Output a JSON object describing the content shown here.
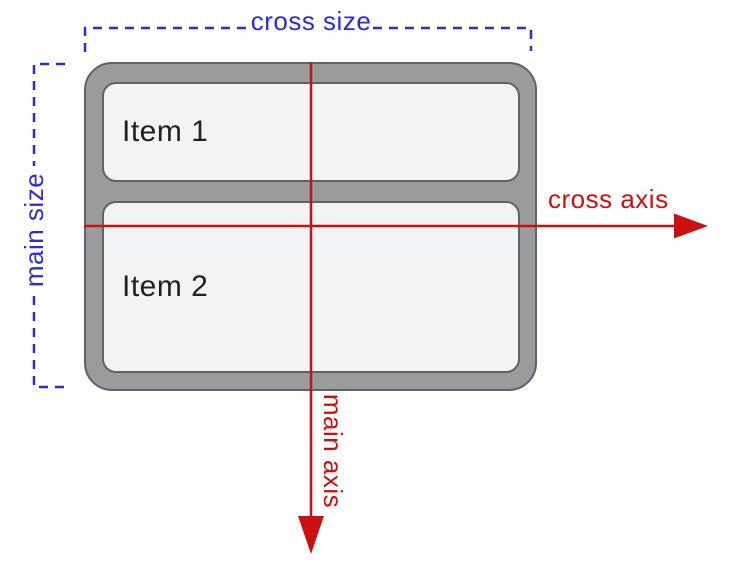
{
  "diagram": {
    "type": "flexbox-axes-diagram",
    "labels": {
      "cross_size": "cross size",
      "main_size": "main size",
      "cross_axis": "cross axis",
      "main_axis": "main axis"
    },
    "container": {
      "items": [
        {
          "label": "Item 1"
        },
        {
          "label": "Item 2"
        }
      ]
    },
    "colors": {
      "bracket_blue": "#2b2bd9",
      "axis_red": "#cc0f0f",
      "container_fill": "#999b9d",
      "container_border": "#5f6368",
      "item_fill": "#f1f3f4",
      "item_border": "#5f6368",
      "item_text": "#202124",
      "background": "#ffffff"
    }
  }
}
